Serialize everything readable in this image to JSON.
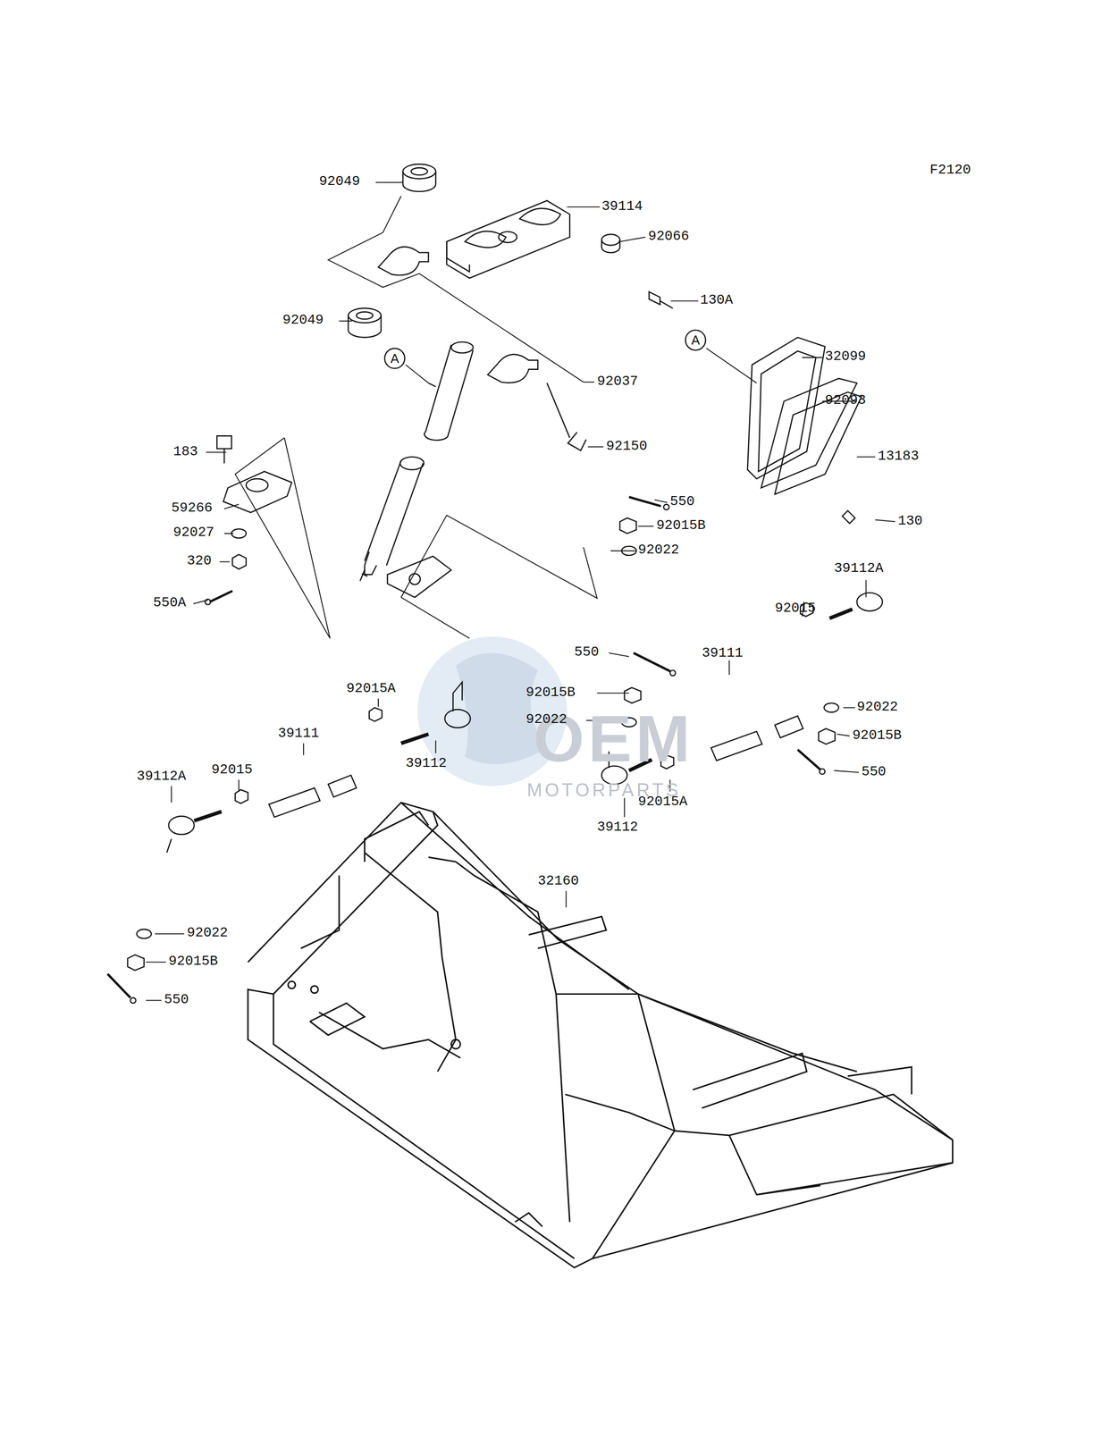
{
  "diagram": {
    "nodes": [
      {
        "text": [
          "A"
        ]
      },
      {
        "text": [
          "A"
        ]
      }
    ],
    "labels": [
      "F2120",
      "92049",
      "39114",
      "92066",
      "130A",
      "92049",
      "32099",
      "92037",
      "92093",
      "92150",
      "183",
      "13183",
      "59266",
      "550",
      "130",
      "92015B",
      "92027",
      "92022",
      "320",
      "39112A",
      "550A",
      "92015",
      "550",
      "39111",
      "92015A",
      "92015B",
      "92022",
      "92022",
      "39111",
      "92015B",
      "39112",
      "92015",
      "550",
      "39112A",
      "92015A",
      "39112",
      "32160",
      "92022",
      "92015B",
      "550",
      "OEM",
      "MOTORPARTS"
    ]
  }
}
